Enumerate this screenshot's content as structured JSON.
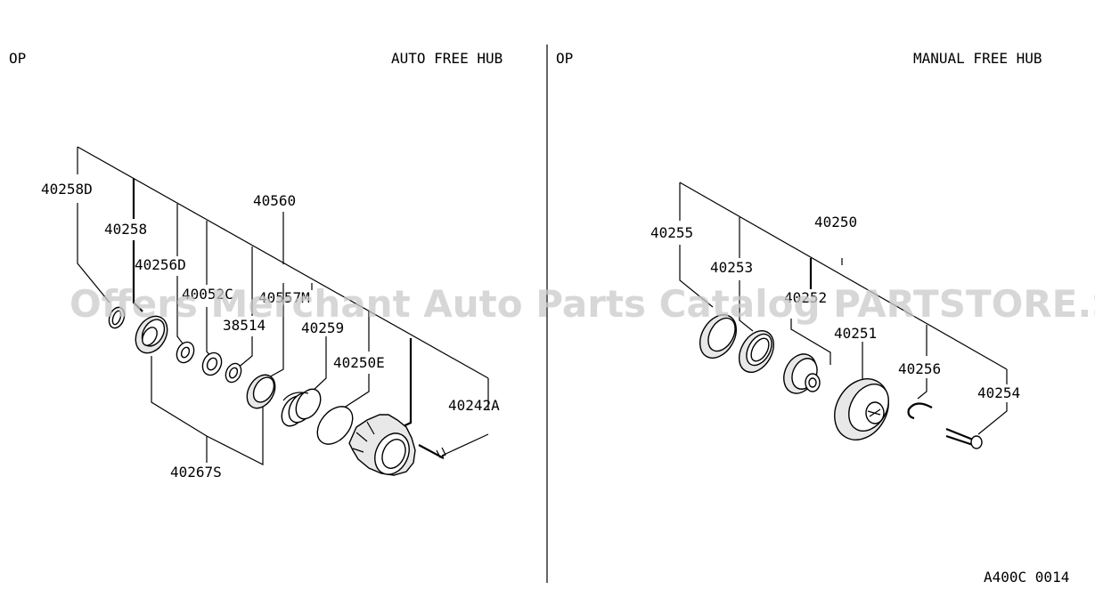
{
  "left_panel": {
    "op_label": "OP",
    "title": "AUTO FREE HUB",
    "parts": [
      "40258D",
      "40258",
      "40256D",
      "40052C",
      "40557M",
      "40560",
      "38514",
      "40259",
      "40250E",
      "40242A",
      "40267S"
    ]
  },
  "right_panel": {
    "op_label": "OP",
    "title": "MANUAL FREE HUB",
    "parts": [
      "40255",
      "40253",
      "40252",
      "40250",
      "40251",
      "40256",
      "40254"
    ]
  },
  "watermark": "Offers Merchant Auto Parts Catalog PARTSTORE.SA",
  "drawing_code": "A400C 0014"
}
